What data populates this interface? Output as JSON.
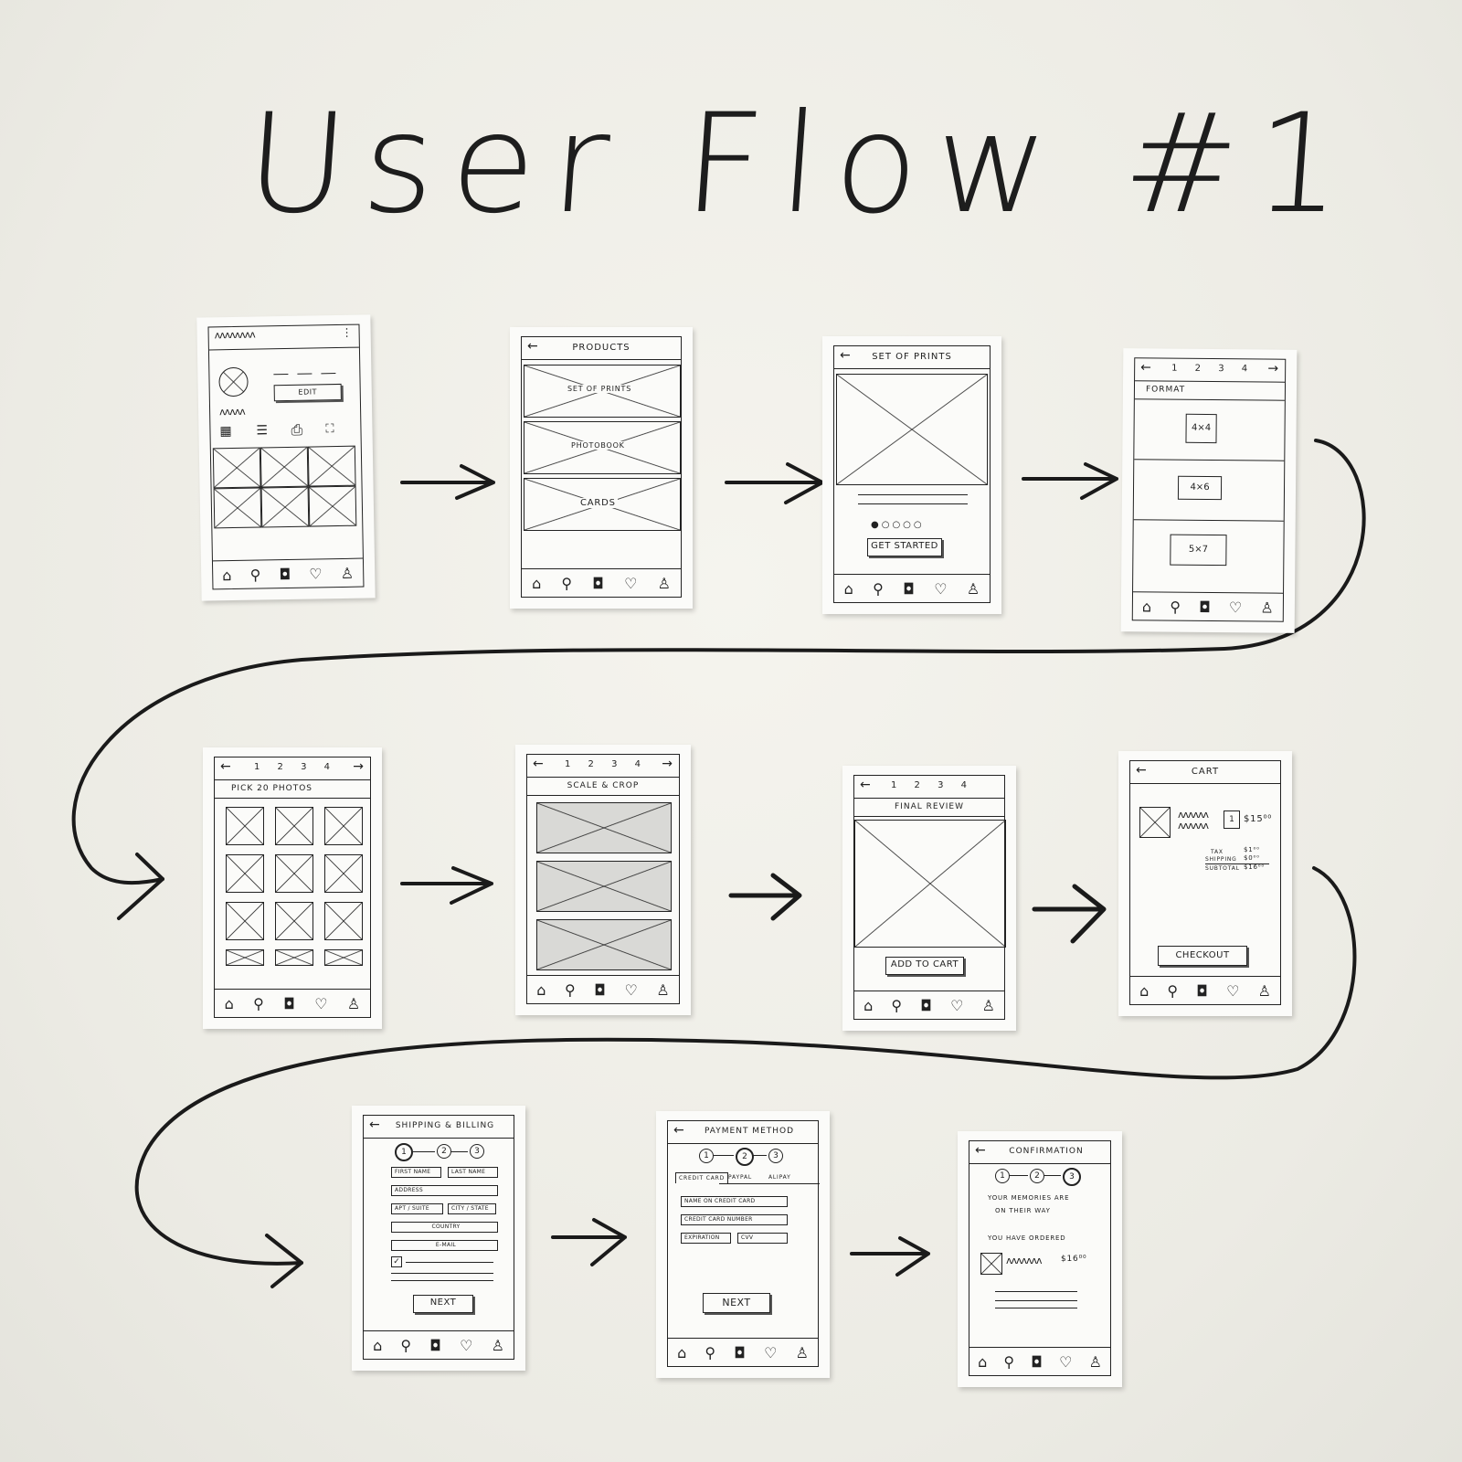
{
  "title": "User Flow #1",
  "icons": {
    "home": "⌂",
    "search": "⚲",
    "camera": "◘",
    "heart_chat": "♡",
    "profile": "♙",
    "back": "←",
    "forward": "→"
  },
  "steps_row": "1 2 3 4",
  "screens": {
    "profile": {
      "edit": "EDIT"
    },
    "products": {
      "title": "PRODUCTS",
      "items": [
        "SET OF PRINTS",
        "PHOTOBOOK",
        "CARDS"
      ]
    },
    "set_of_prints": {
      "title": "SET OF PRINTS",
      "cta": "GET STARTED"
    },
    "format": {
      "section": "FORMAT",
      "options": [
        "4×4",
        "4×6",
        "5×7"
      ]
    },
    "pick_photos": {
      "section": "PICK 20 PHOTOS"
    },
    "scale_crop": {
      "section": "SCALE & CROP"
    },
    "final_review": {
      "section": "FINAL REVIEW",
      "cta": "ADD TO CART"
    },
    "cart": {
      "title": "CART",
      "price": "$15⁰⁰",
      "qty": "1",
      "tax_label": "TAX",
      "tax_value": "$1⁰⁰",
      "shipping_label": "SHIPPING",
      "shipping_value": "$0⁰⁰",
      "subtotal_label": "SUBTOTAL",
      "subtotal_value": "$16⁰⁰",
      "cta": "CHECKOUT"
    },
    "shipping_billing": {
      "title": "SHIPPING & BILLING",
      "step_labels": [
        "1",
        "2",
        "3"
      ],
      "fields": {
        "first_name": "FIRST NAME",
        "last_name": "LAST NAME",
        "address": "ADDRESS",
        "apt_suite": "APT / SUITE",
        "city_state": "CITY / STATE",
        "country": "COUNTRY",
        "email": "E-MAIL"
      },
      "cta": "NEXT"
    },
    "payment_method": {
      "title": "PAYMENT METHOD",
      "step_labels": [
        "1",
        "2",
        "3"
      ],
      "tabs": [
        "CREDIT CARD",
        "PAYPAL",
        "ALIPAY"
      ],
      "fields": {
        "name_on_card": "NAME ON CREDIT CARD",
        "card_number": "CREDIT CARD NUMBER",
        "expiration": "EXPIRATION",
        "cvv": "CVV"
      },
      "cta": "NEXT"
    },
    "confirmation": {
      "title": "CONFIRMATION",
      "step_labels": [
        "1",
        "2",
        "3"
      ],
      "message_line1": "YOUR MEMORIES ARE",
      "message_line2": "ON THEIR WAY",
      "ordered": "YOU HAVE ORDERED",
      "price": "$16⁰⁰"
    }
  }
}
